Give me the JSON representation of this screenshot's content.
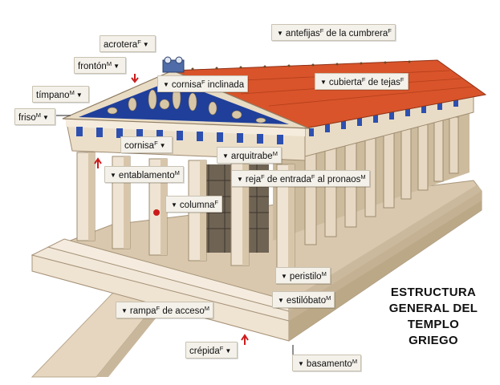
{
  "title_lines": [
    "ESTRUCTURA",
    "GENERAL DEL",
    "TEMPLO",
    "GRIEGO"
  ],
  "labels": [
    {
      "text": "acrotera",
      "gender": "F"
    },
    {
      "text": "antefijas",
      "gender": "F",
      "rest": " de la cumbrera",
      "gender2": "F"
    },
    {
      "text": "frontón",
      "gender": "M"
    },
    {
      "text": "cornisa",
      "gender": "F",
      "rest": " inclinada"
    },
    {
      "text": "cubierta",
      "gender": "F",
      "rest": " de tejas",
      "gender2": "F"
    },
    {
      "text": "tímpano",
      "gender": "M"
    },
    {
      "text": "friso",
      "gender": "M"
    },
    {
      "text": "cornisa",
      "gender": "F"
    },
    {
      "text": "arquitrabe",
      "gender": "M"
    },
    {
      "text": "entablamento",
      "gender": "M"
    },
    {
      "text": "reja",
      "gender": "F",
      "rest": " de entrada",
      "gender2": "F",
      "rest2": " al pronaos",
      "gender3": "M"
    },
    {
      "text": "columna",
      "gender": "F"
    },
    {
      "text": "peristilo",
      "gender": "M"
    },
    {
      "text": "estilóbato",
      "gender": "M"
    },
    {
      "text": "rampa",
      "gender": "F",
      "rest": " de acceso",
      "gender2": "M"
    },
    {
      "text": "crépida",
      "gender": "F"
    },
    {
      "text": "basamento",
      "gender": "M"
    }
  ],
  "colors": {
    "roof": "#d9542a",
    "stone": "#e8d9c4",
    "frieze_blue": "#1f3f9a",
    "label_bg": "#f4f1ea"
  }
}
